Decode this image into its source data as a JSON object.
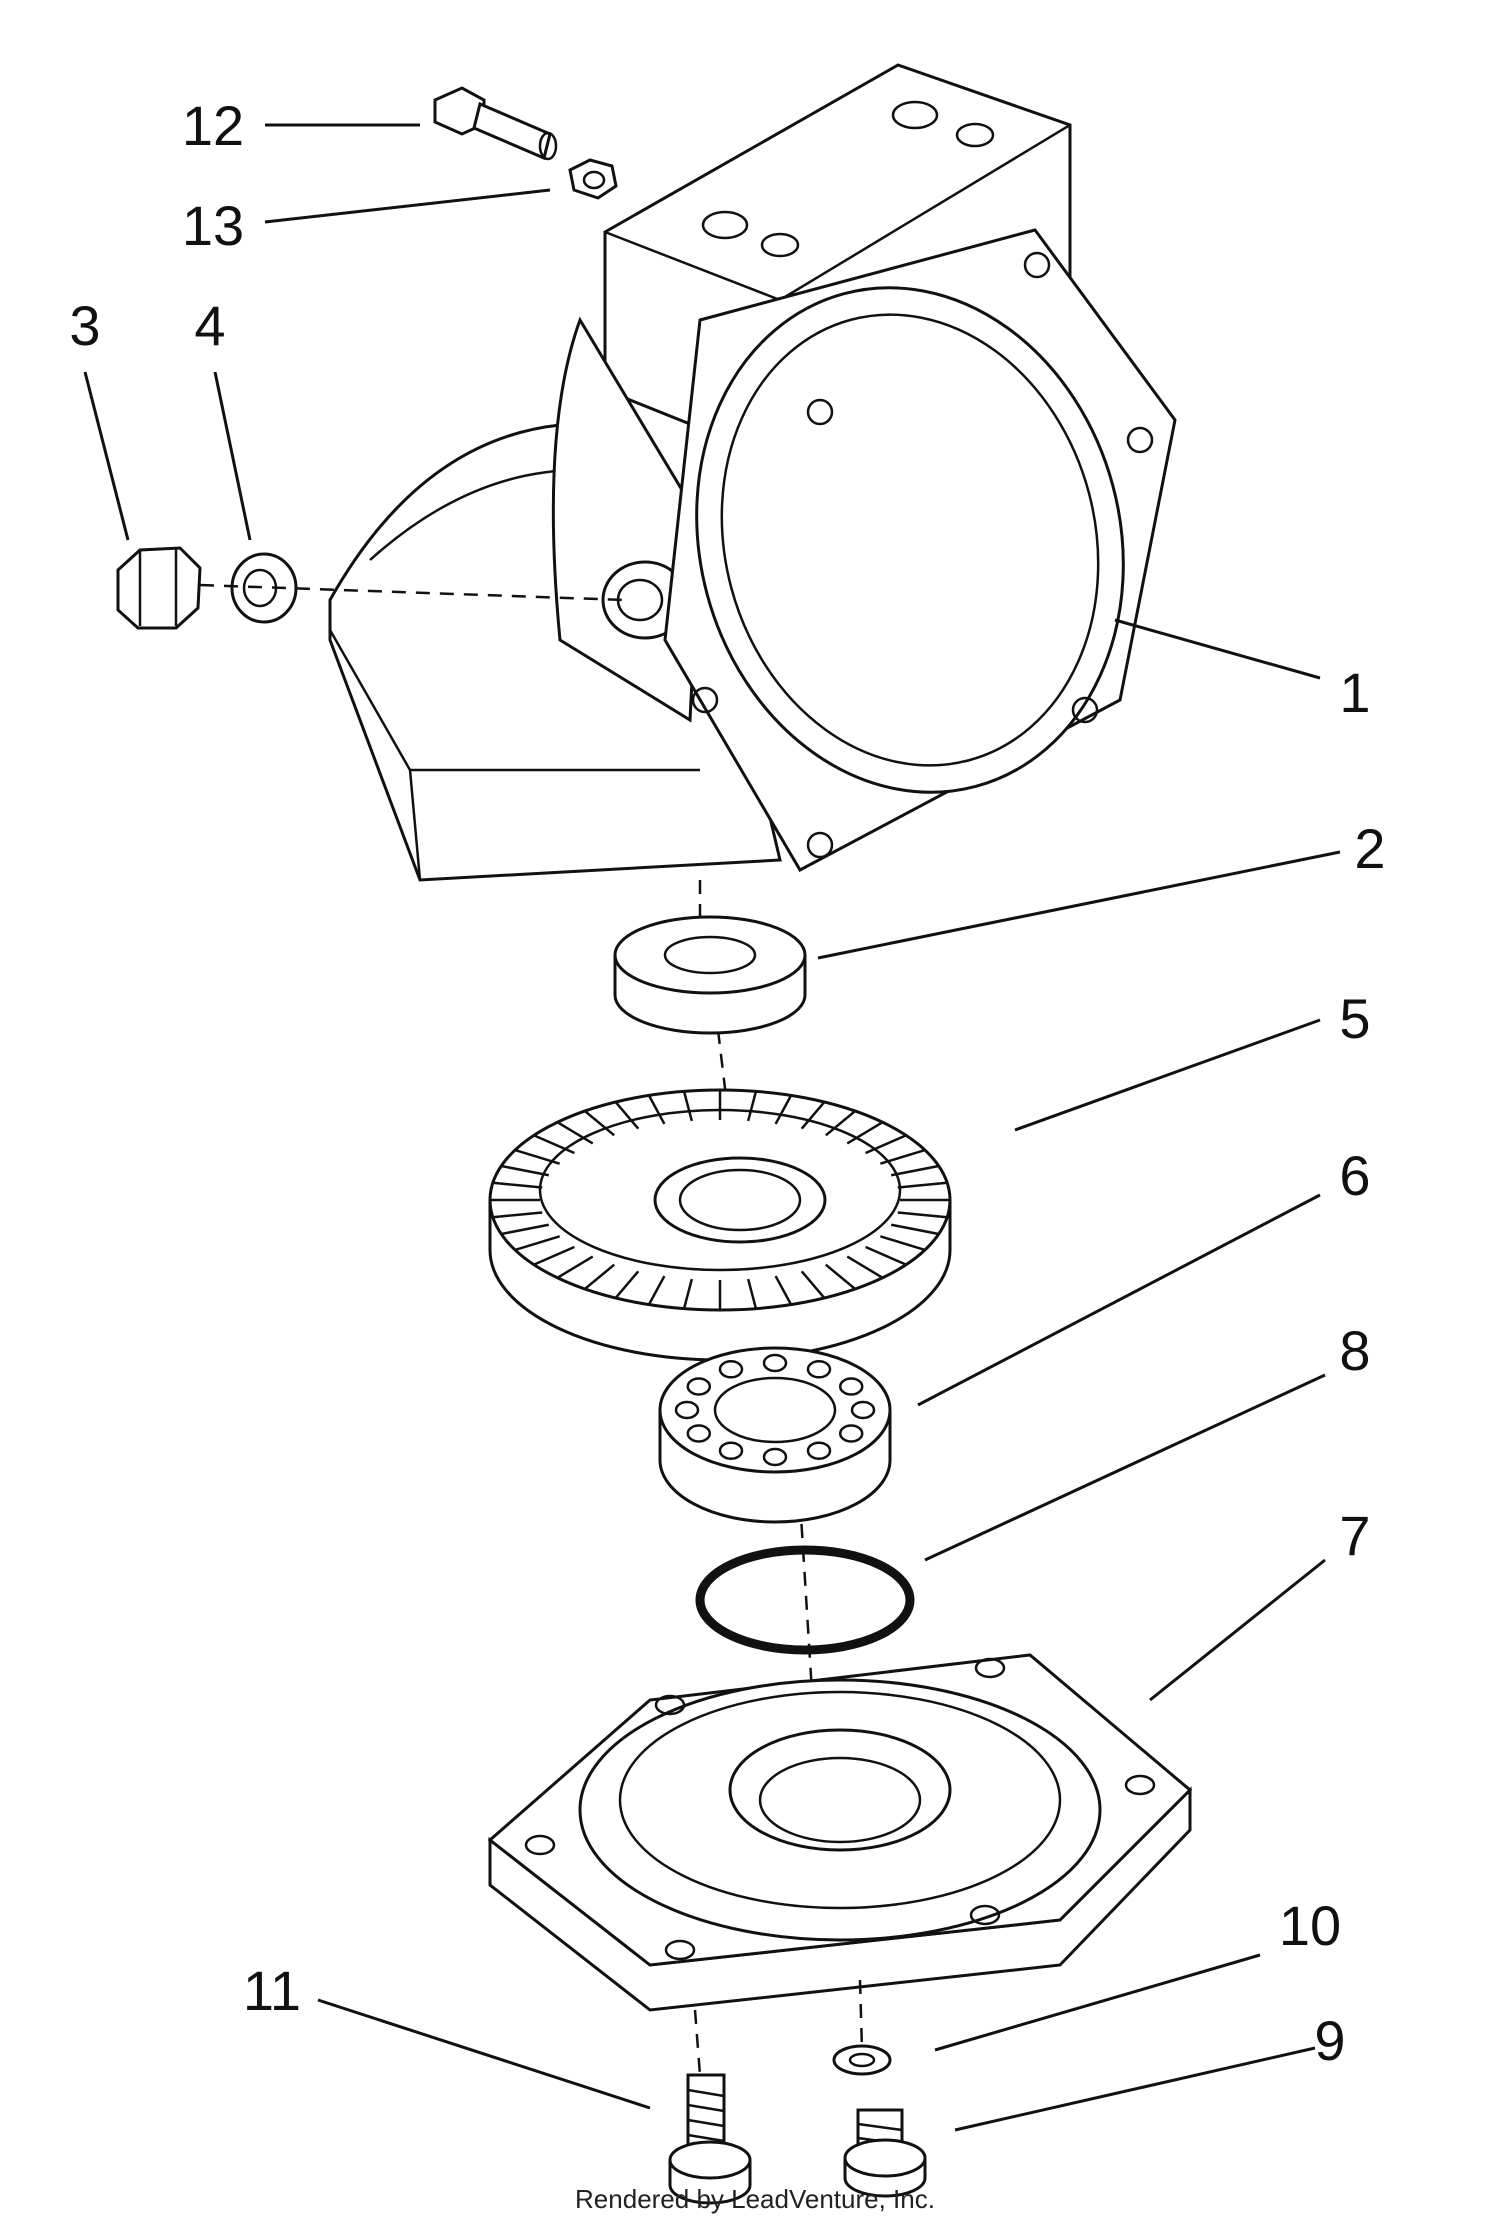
{
  "callouts": [
    {
      "id": "1",
      "text": "1"
    },
    {
      "id": "2",
      "text": "2"
    },
    {
      "id": "3",
      "text": "3"
    },
    {
      "id": "4",
      "text": "4"
    },
    {
      "id": "5",
      "text": "5"
    },
    {
      "id": "6",
      "text": "6"
    },
    {
      "id": "7",
      "text": "7"
    },
    {
      "id": "8",
      "text": "8"
    },
    {
      "id": "9",
      "text": "9"
    },
    {
      "id": "10",
      "text": "10"
    },
    {
      "id": "11",
      "text": "11"
    },
    {
      "id": "12",
      "text": "12"
    },
    {
      "id": "13",
      "text": "13"
    }
  ],
  "credit": "Rendered by LeadVenture, Inc."
}
